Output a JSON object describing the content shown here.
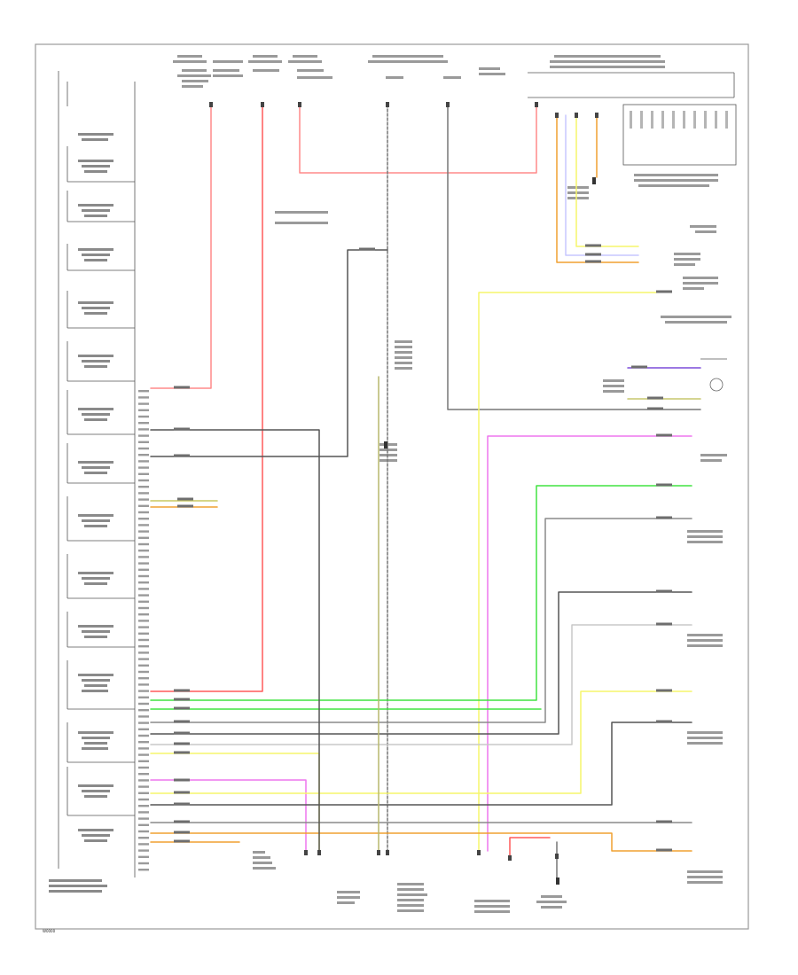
{
  "diagram": {
    "footer_code": "W0000",
    "colors": {
      "red": "#ff7070",
      "pink": "#ff3b3b",
      "yellow": "#f6f66b",
      "green": "#41e341",
      "magenta": "#ee77ee",
      "gray": "#8a8a8a",
      "dark": "#555555",
      "orange": "#f0a030",
      "violet": "#7b4bd8",
      "olive": "#b7b76d"
    },
    "icons": [
      "ground-symbol",
      "sensor-symbol",
      "connector-symbol"
    ]
  }
}
